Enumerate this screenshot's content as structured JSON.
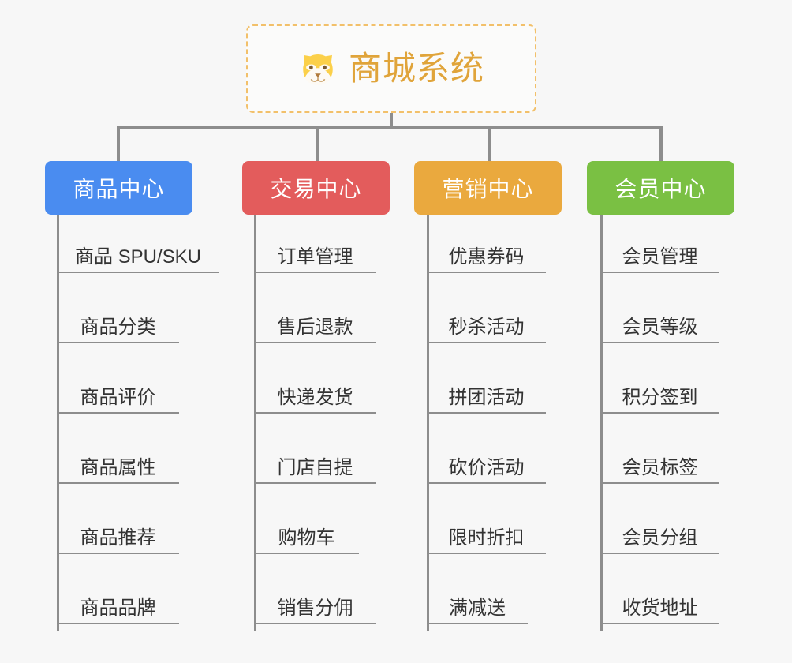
{
  "root": {
    "title": "商城系统",
    "icon": "shiba-dog-face-icon",
    "border_color": "#f2c06a",
    "text_color": "#e0a43a"
  },
  "connector_color": "#8d8d8d",
  "background_color": "#f7f7f7",
  "categories": [
    {
      "label": "商品中心",
      "color": "#4a8cf0",
      "items": [
        "商品 SPU/SKU",
        "商品分类",
        "商品评价",
        "商品属性",
        "商品推荐",
        "商品品牌"
      ]
    },
    {
      "label": "交易中心",
      "color": "#e35c5c",
      "items": [
        "订单管理",
        "售后退款",
        "快递发货",
        "门店自提",
        "购物车",
        "销售分佣"
      ]
    },
    {
      "label": "营销中心",
      "color": "#eaa93e",
      "items": [
        "优惠券码",
        "秒杀活动",
        "拼团活动",
        "砍价活动",
        "限时折扣",
        "满减送"
      ]
    },
    {
      "label": "会员中心",
      "color": "#7ac043",
      "items": [
        "会员管理",
        "会员等级",
        "积分签到",
        "会员标签",
        "会员分组",
        "收货地址"
      ]
    }
  ]
}
